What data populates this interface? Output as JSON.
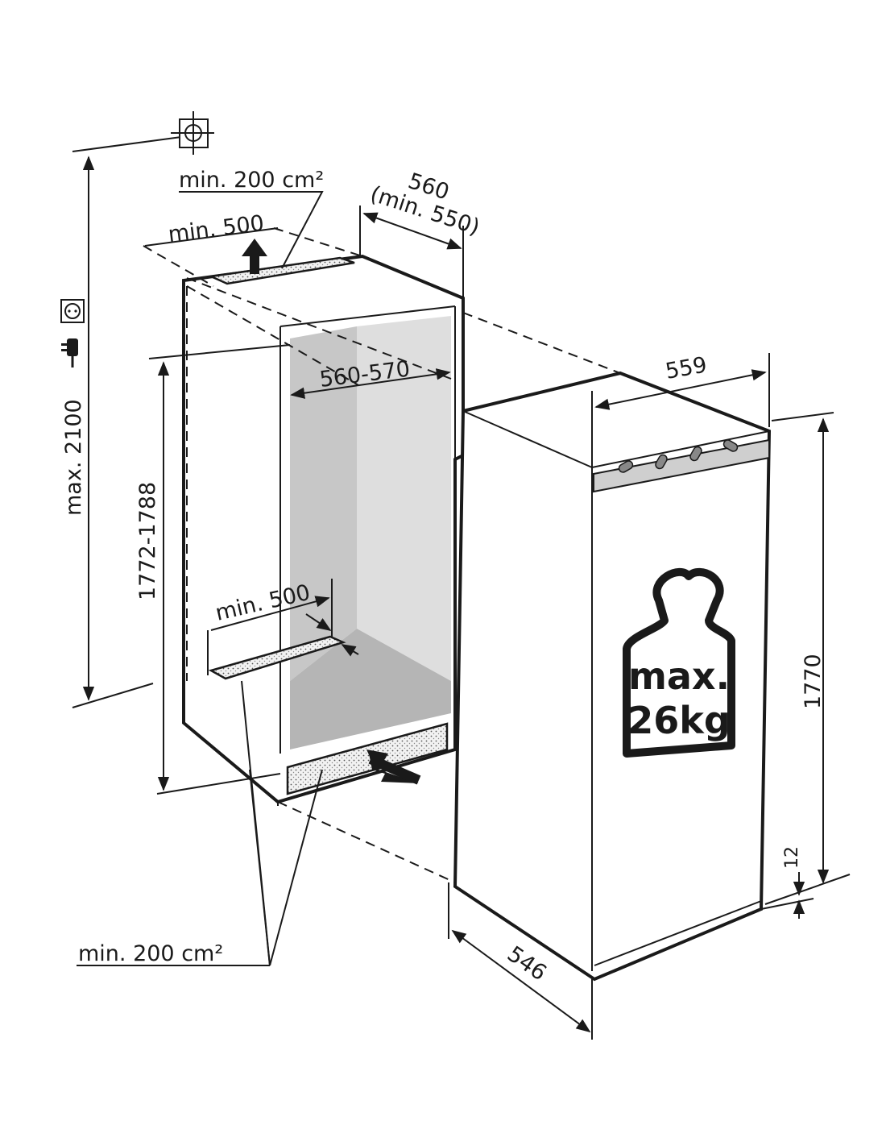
{
  "labels": {
    "top_vent_area": "min. 200 cm²",
    "top_clearance": "min. 500",
    "niche_depth": "560",
    "niche_depth_min": "(min. 550)",
    "niche_width": "560-570",
    "niche_height": "1772-1788",
    "max_height": "max. 2100",
    "bottom_clearance": "min. 500",
    "bottom_vent_area": "min. 200 cm²",
    "appliance_width": "559",
    "appliance_height": "1770",
    "appliance_depth": "546",
    "plinth_gap": "12",
    "max_load_line1": "max.",
    "max_load_line2": "26kg"
  },
  "icons": [
    "crosshair-icon",
    "socket-icon",
    "plug-icon",
    "weight-icon",
    "arrow-up-icon",
    "arrow-in-icon"
  ]
}
